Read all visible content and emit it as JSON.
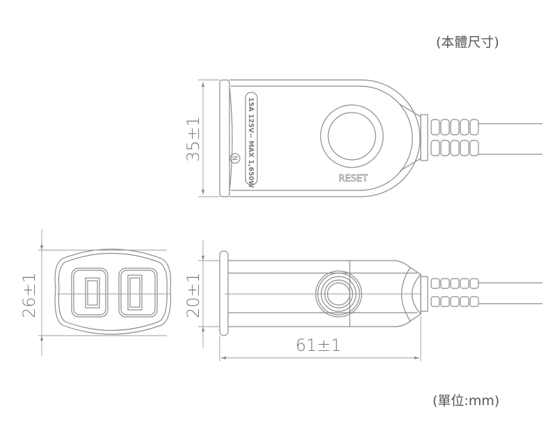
{
  "notes": {
    "body_size": "(本體尺寸)",
    "unit": "(單位:mm)"
  },
  "dimensions": {
    "height_top": "35±1",
    "height_front": "26±1",
    "height_side": "20±1",
    "length": "61±1"
  },
  "product": {
    "rating_label": "15A 125V~ MAX 1,650W",
    "reset_label": "RESET",
    "mark": "N"
  },
  "colors": {
    "line": "#8a8a8a",
    "text": "#555555"
  }
}
